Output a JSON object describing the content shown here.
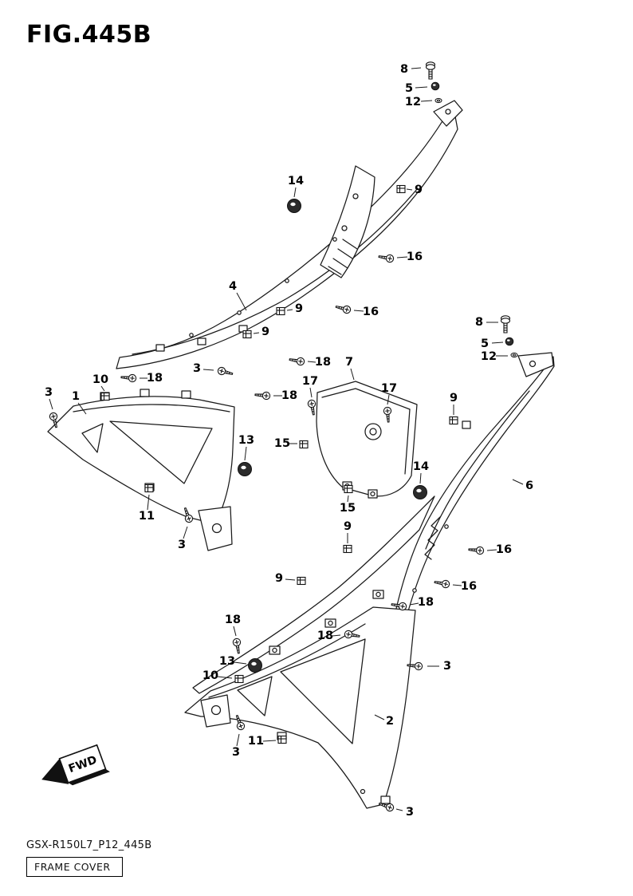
{
  "title": "FIG.445B",
  "footer": {
    "code": "GSX-R150L7_P12_445B",
    "name": "FRAME COVER"
  },
  "fwd": {
    "label": "FWD"
  },
  "callouts": [
    {
      "label": "8"
    },
    {
      "label": "5"
    },
    {
      "label": "12"
    },
    {
      "label": "14"
    },
    {
      "label": "9"
    },
    {
      "label": "16"
    },
    {
      "label": "4"
    },
    {
      "label": "9"
    },
    {
      "label": "9"
    },
    {
      "label": "16"
    },
    {
      "label": "3"
    },
    {
      "label": "18"
    },
    {
      "label": "10"
    },
    {
      "label": "18"
    },
    {
      "label": "18"
    },
    {
      "label": "3"
    },
    {
      "label": "1"
    },
    {
      "label": "17"
    },
    {
      "label": "7"
    },
    {
      "label": "17"
    },
    {
      "label": "15"
    },
    {
      "label": "13"
    },
    {
      "label": "14"
    },
    {
      "label": "15"
    },
    {
      "label": "11"
    },
    {
      "label": "3"
    },
    {
      "label": "8"
    },
    {
      "label": "5"
    },
    {
      "label": "12"
    },
    {
      "label": "9"
    },
    {
      "label": "6"
    },
    {
      "label": "16"
    },
    {
      "label": "16"
    },
    {
      "label": "9"
    },
    {
      "label": "9"
    },
    {
      "label": "18"
    },
    {
      "label": "18"
    },
    {
      "label": "18"
    },
    {
      "label": "13"
    },
    {
      "label": "10"
    },
    {
      "label": "3"
    },
    {
      "label": "2"
    },
    {
      "label": "11"
    },
    {
      "label": "3"
    },
    {
      "label": "3"
    }
  ]
}
